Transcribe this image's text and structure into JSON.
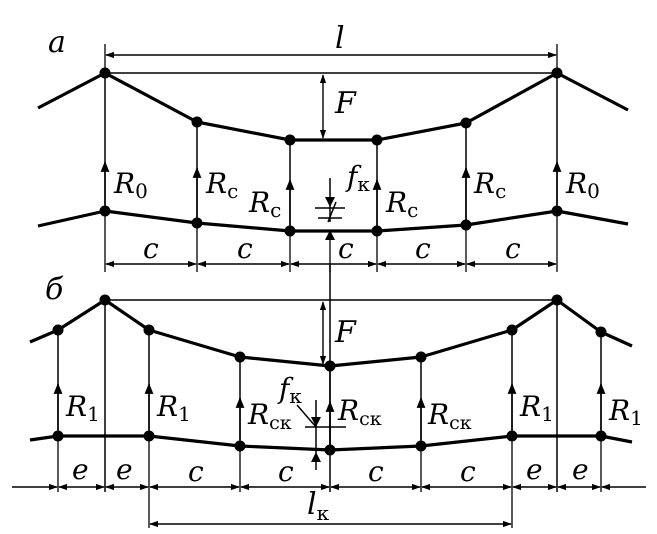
{
  "panel_a": {
    "tag": "а",
    "span": "l",
    "sag": "F",
    "force_R0": {
      "main": "R",
      "sub": "0"
    },
    "force_Rc": {
      "main": "R",
      "sub": "c"
    },
    "fk": {
      "main": "f",
      "sub": "к"
    },
    "spacing": "c"
  },
  "panel_b": {
    "tag": "б",
    "sag": "F",
    "force_R1": {
      "main": "R",
      "sub": "1"
    },
    "force_Rck": {
      "main": "R",
      "sub": "ск"
    },
    "fk": {
      "main": "f",
      "sub": "к"
    },
    "spacing_c": "c",
    "spacing_e": "e",
    "span_k": {
      "main": "l",
      "sub": "к"
    }
  }
}
